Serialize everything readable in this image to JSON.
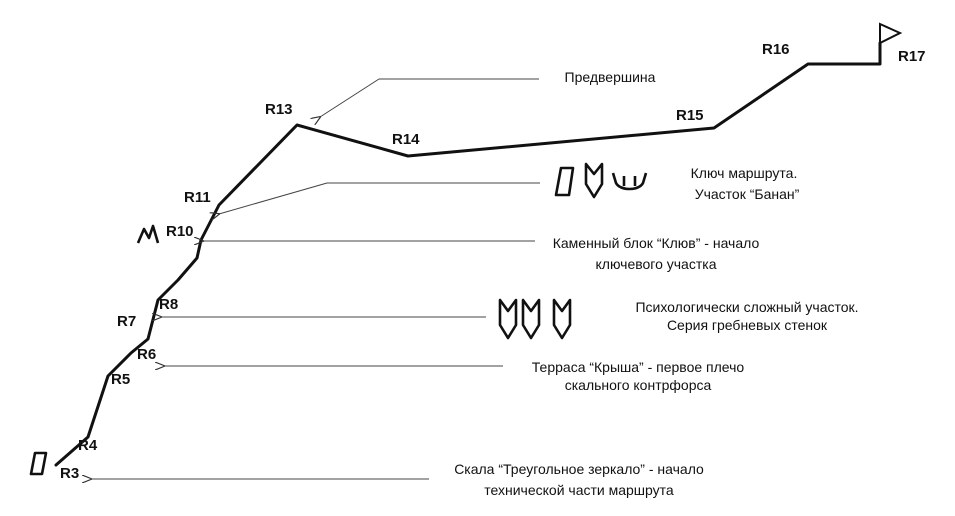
{
  "route_points": [
    {
      "label": "R3"
    },
    {
      "label": "R4"
    },
    {
      "label": "R5"
    },
    {
      "label": "R6"
    },
    {
      "label": "R7"
    },
    {
      "label": "R8"
    },
    {
      "label": "R10"
    },
    {
      "label": "R11"
    },
    {
      "label": "R13"
    },
    {
      "label": "R14"
    },
    {
      "label": "R15"
    },
    {
      "label": "R16"
    },
    {
      "label": "R17"
    }
  ],
  "annotations": {
    "pre_summit": {
      "lines": [
        "Предвершина"
      ]
    },
    "key_section": {
      "lines": [
        "Ключ маршрута.",
        "Участок “Банан”"
      ]
    },
    "klyuv_block": {
      "lines": [
        "Каменный блок “Клюв” - начало",
        "ключевого участка"
      ]
    },
    "psych_section": {
      "lines": [
        "Психологически сложный участок.",
        "Серия гребневых стенок"
      ]
    },
    "roof_terrace": {
      "lines": [
        "Терраса “Крыша” - первое плечо",
        "скального контрфорса"
      ]
    },
    "mirror_rock": {
      "lines": [
        "Скала “Треугольное зеркало” - начало",
        "технической части маршрута"
      ]
    }
  },
  "symbols": {
    "mirror": "triangle-mirror-icon",
    "klyuv": "beak-block-icon",
    "key": [
      "slab-icon",
      "ridge-wall-icon",
      "cup-icon"
    ],
    "ridge_series": [
      "ridge-wall-icon",
      "ridge-wall-icon",
      "ridge-wall-icon"
    ],
    "summit": "summit-flag-icon"
  },
  "colors": {
    "ink": "#111111",
    "arrow": "#444444",
    "background": "#ffffff"
  }
}
